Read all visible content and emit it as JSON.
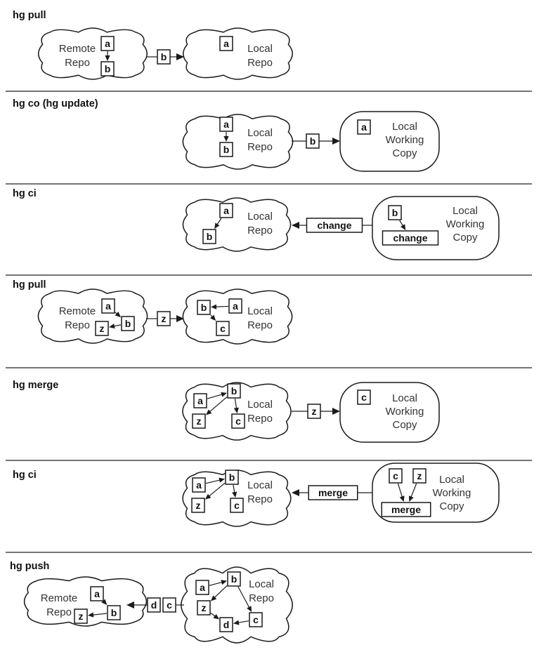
{
  "sections": [
    {
      "title": "hg  pull",
      "clouds": [
        {
          "id": "remote",
          "label": [
            "Remote",
            "Repo"
          ],
          "nodes": [
            {
              "id": "a",
              "text": "a"
            },
            {
              "id": "b",
              "text": "b"
            }
          ],
          "edges": [
            [
              "a",
              "b"
            ]
          ]
        },
        {
          "id": "local",
          "label": [
            "Local",
            "Repo"
          ],
          "nodes": [
            {
              "id": "a",
              "text": "a"
            }
          ],
          "edges": []
        }
      ],
      "transfer": {
        "labels": [
          "b"
        ],
        "direction": "right"
      }
    },
    {
      "title": "hg co (hg update)",
      "clouds": [
        {
          "id": "local",
          "label": [
            "Local",
            "Repo"
          ],
          "nodes": [
            {
              "id": "a",
              "text": "a"
            },
            {
              "id": "b",
              "text": "b"
            }
          ],
          "edges": [
            [
              "a",
              "b"
            ]
          ]
        }
      ],
      "working_copy": {
        "label": [
          "Local",
          "Working",
          "Copy"
        ],
        "nodes": [
          {
            "id": "a",
            "text": "a"
          }
        ],
        "edges": []
      },
      "transfer": {
        "labels": [
          "b"
        ],
        "direction": "right"
      }
    },
    {
      "title": "hg  ci",
      "clouds": [
        {
          "id": "local",
          "label": [
            "Local",
            "Repo"
          ],
          "nodes": [
            {
              "id": "a",
              "text": "a"
            },
            {
              "id": "b",
              "text": "b"
            }
          ],
          "edges": [
            [
              "a",
              "b"
            ]
          ]
        }
      ],
      "working_copy": {
        "label": [
          "Local",
          "Working",
          "Copy"
        ],
        "nodes": [
          {
            "id": "b",
            "text": "b"
          },
          {
            "id": "change",
            "text": "change"
          }
        ],
        "edges": [
          [
            "b",
            "change"
          ]
        ]
      },
      "transfer": {
        "labels": [
          "change"
        ],
        "direction": "left"
      }
    },
    {
      "title": "hg  pull",
      "clouds": [
        {
          "id": "remote",
          "label": [
            "Remote",
            "Repo"
          ],
          "nodes": [
            {
              "id": "a",
              "text": "a"
            },
            {
              "id": "b",
              "text": "b"
            },
            {
              "id": "z",
              "text": "z"
            }
          ],
          "edges": [
            [
              "a",
              "b"
            ],
            [
              "b",
              "z"
            ]
          ]
        },
        {
          "id": "local",
          "label": [
            "Local",
            "Repo"
          ],
          "nodes": [
            {
              "id": "b",
              "text": "b"
            },
            {
              "id": "a",
              "text": "a"
            },
            {
              "id": "c",
              "text": "c"
            }
          ],
          "edges": [
            [
              "a",
              "b"
            ],
            [
              "b",
              "c"
            ]
          ]
        }
      ],
      "transfer": {
        "labels": [
          "z"
        ],
        "direction": "right"
      }
    },
    {
      "title": "hg  merge",
      "clouds": [
        {
          "id": "local",
          "label": [
            "Local",
            "Repo"
          ],
          "nodes": [
            {
              "id": "a",
              "text": "a"
            },
            {
              "id": "b",
              "text": "b"
            },
            {
              "id": "z",
              "text": "z"
            },
            {
              "id": "c",
              "text": "c"
            }
          ],
          "edges": [
            [
              "a",
              "b"
            ],
            [
              "b",
              "z"
            ],
            [
              "b",
              "c"
            ]
          ]
        }
      ],
      "working_copy": {
        "label": [
          "Local",
          "Working",
          "Copy"
        ],
        "nodes": [
          {
            "id": "c",
            "text": "c"
          }
        ],
        "edges": []
      },
      "transfer": {
        "labels": [
          "z"
        ],
        "direction": "right"
      }
    },
    {
      "title": "hg  ci",
      "clouds": [
        {
          "id": "local",
          "label": [
            "Local",
            "Repo"
          ],
          "nodes": [
            {
              "id": "a",
              "text": "a"
            },
            {
              "id": "b",
              "text": "b"
            },
            {
              "id": "z",
              "text": "z"
            },
            {
              "id": "c",
              "text": "c"
            }
          ],
          "edges": [
            [
              "a",
              "b"
            ],
            [
              "b",
              "z"
            ],
            [
              "b",
              "c"
            ]
          ]
        }
      ],
      "working_copy": {
        "label": [
          "Local",
          "Working",
          "Copy"
        ],
        "nodes": [
          {
            "id": "c",
            "text": "c"
          },
          {
            "id": "z",
            "text": "z"
          },
          {
            "id": "merge",
            "text": "merge"
          }
        ],
        "edges": [
          [
            "c",
            "merge"
          ],
          [
            "z",
            "merge"
          ]
        ]
      },
      "transfer": {
        "labels": [
          "merge"
        ],
        "direction": "left"
      }
    },
    {
      "title": "hg  push",
      "clouds": [
        {
          "id": "remote",
          "label": [
            "Remote",
            "Repo"
          ],
          "nodes": [
            {
              "id": "a",
              "text": "a"
            },
            {
              "id": "b",
              "text": "b"
            },
            {
              "id": "z",
              "text": "z"
            }
          ],
          "edges": [
            [
              "a",
              "b"
            ],
            [
              "b",
              "z"
            ]
          ]
        },
        {
          "id": "local",
          "label": [
            "Local",
            "Repo"
          ],
          "nodes": [
            {
              "id": "a",
              "text": "a"
            },
            {
              "id": "b",
              "text": "b"
            },
            {
              "id": "z",
              "text": "z"
            },
            {
              "id": "d",
              "text": "d"
            },
            {
              "id": "c",
              "text": "c"
            }
          ],
          "edges": [
            [
              "a",
              "b"
            ],
            [
              "b",
              "z"
            ],
            [
              "b",
              "c"
            ],
            [
              "z",
              "d"
            ],
            [
              "c",
              "d"
            ]
          ]
        }
      ],
      "transfer": {
        "labels": [
          "d",
          "c"
        ],
        "direction": "left"
      }
    }
  ]
}
